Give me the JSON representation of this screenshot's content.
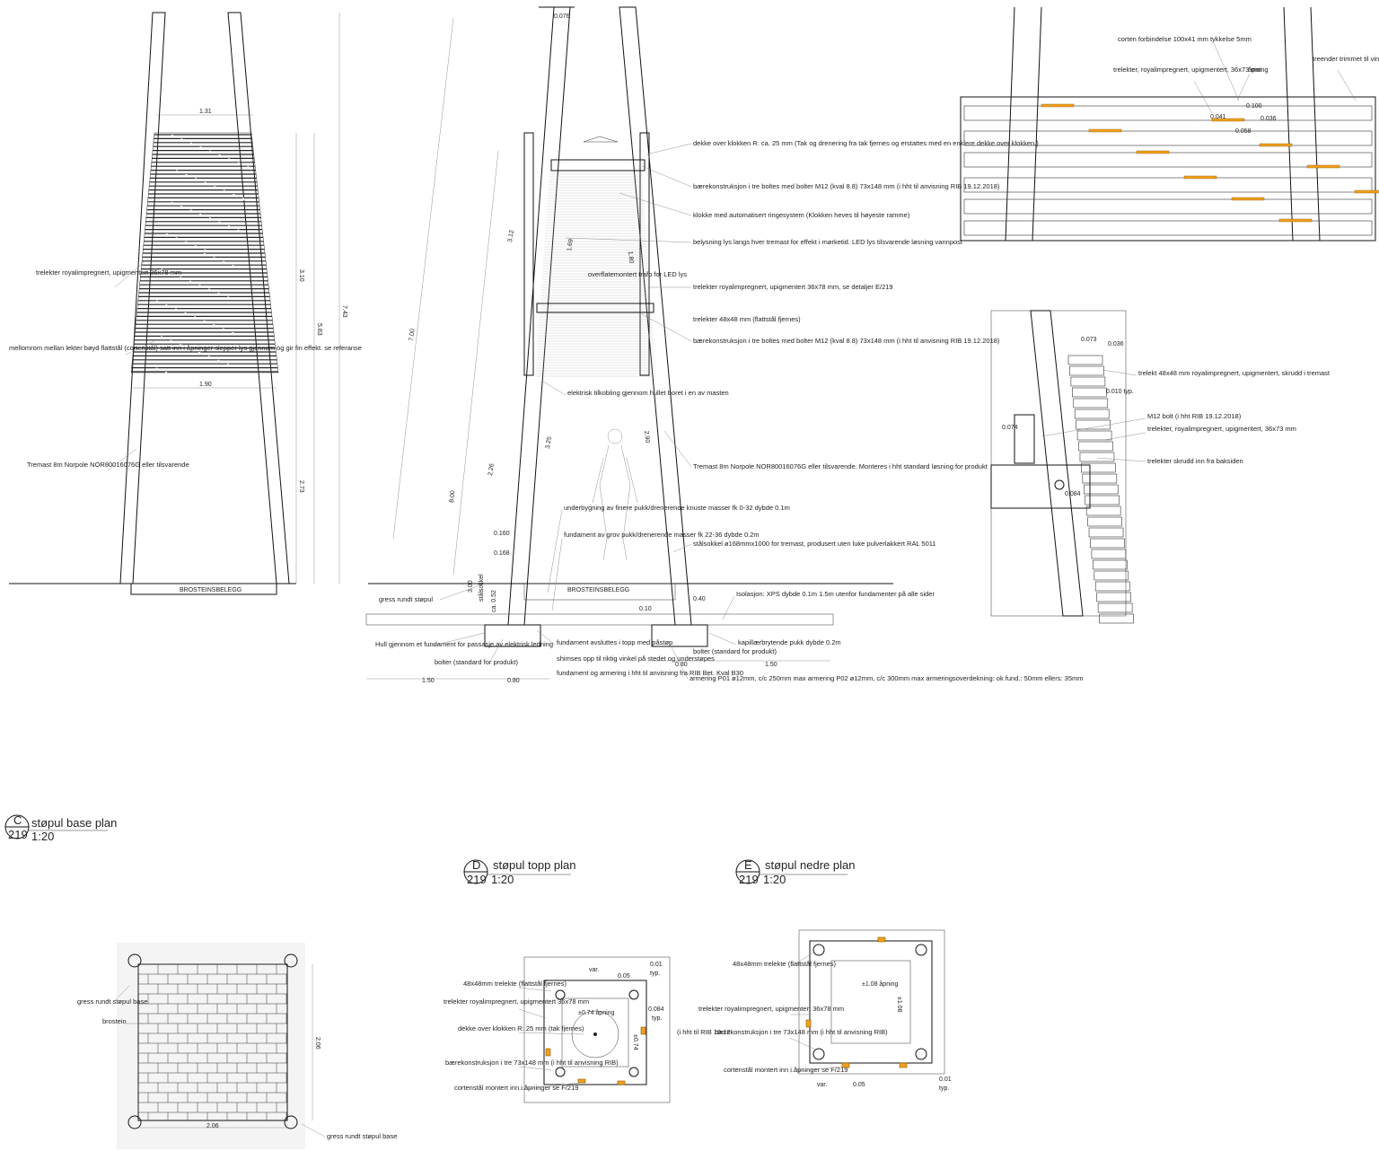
{
  "colors": {
    "line": "#111111",
    "accent": "#f0a020",
    "paper": "#ffffff"
  },
  "elevation_a": {
    "dims": [
      "1.31",
      "3.10",
      "5.83",
      "7.43",
      "1.90",
      "2.73"
    ],
    "notes": {
      "trelekter": "trelekter royalimpregnert, upigmentert 36x78 mm",
      "mellomrom": "mellomrom mellan lekter bøyd flattstål (cortenstål) satt inn i åpninger slepper lys gjennom og gir fin effekt. se referanse",
      "tremast": "Tremast 8m Norpole NOR80016076G eller tilsvarende"
    },
    "ground": "BROSTEINSBELEGG"
  },
  "section_b": {
    "dims": {
      "d0076": "0.076",
      "d312": "3.12",
      "d700": "7.00",
      "d800": "8.00",
      "d226": "2.26",
      "d325": "3.25",
      "d290": "2.90",
      "d160": "0.160",
      "d168": "0.168",
      "d300": "3.00",
      "d052": "ca. 0.52",
      "d040": "0.40",
      "d010": "0.10",
      "d150a": "1.50",
      "d080a": "0.80",
      "d080b": "0.80",
      "d150b": "1.50",
      "stal": "stålsokkel",
      "d180": "1.80",
      "d269": "1.69"
    },
    "notes": {
      "dekke": "dekke over klokken R: ca. 25 mm (Tak og drenering fra tak fjernes og erstattes med en enklere dekke over klokken.)",
      "baere1": "bærekonstruksjon i tre boltes med bolter M12 (kval 8.8) 73x148 mm (i hht til anvisning RIB 19.12.2018)",
      "klokke": "klokke med automatisert ringesystem (Klokken heves til høyeste ramme)",
      "belysning": "belysning lys langs hver tremast for effekt i mørketid. LED lys tilsvarende løsning vannpost",
      "overflate": "overflatemontert trafo for LED lys",
      "trelekter": "trelekter royalimpregnert, upigmentert 36x78 mm, se detaljer E/219",
      "trelekter48": "trelekter 48x48 mm (flattstål fjernes)",
      "baere2": "bærekonstruksjon i tre boltes med bolter M12 (kval 8.8) 73x148 mm (i hht til anvisning RIB 19.12.2018)",
      "elektrisk": "elektrisk tilkobling gjennom hullet boret i en av masten",
      "tremast": "Tremast 8m Norpole NOR80016076G eller tilsvarende. Monteres i hht standard løsning for produkt",
      "underbygning": "underbygning av finere pukk/drenerende knuste masser fk 0-32 dybde 0.1m",
      "fundament_grov": "fundament av grov pukk/drenerende masser fk 22-36 dybde 0.2m",
      "stalsokkel": "stålsokkel ø168mmx1000 for tremast, produsert uten luke pulverlakkert RAL 5011",
      "gress": "gress rundt støpul",
      "ground": "BROSTEINSBELEGG",
      "isolasjon": "Isolasjon: XPS dybde 0.1m 1.5m utenfor fundamenter på alle sider",
      "hull": "Hull gjennom et fundament for passasje av elektrisk ledning",
      "bolter1": "bolter (standard for produkt)",
      "fund_avslutt": "fundament avsluttes i topp med påstøp",
      "shimses": "shimses opp til riktig vinkel på stedet og understøpes",
      "fund_arm": "fundament og armering i hht til anvisning fra RIB Bet. Kval B30",
      "bolter2": "bolter (standard for produkt)",
      "kapillaer": "kapillærbrytende pukk dybde 0.2m",
      "armering": "armering P01 ø12mm, c/c 250mm max armering P02 ø12mm, c/c 300mm max armeringsoverdekning: ok fund.: 50mm ellers: 35mm"
    }
  },
  "detail_top": {
    "notes": {
      "corten": "corten forbindelse 100x41 mm tykkelse 5mm",
      "apning": "åpning",
      "trelekter": "trelekter, royalimpregnert, upigmentert, 36x73 mm",
      "treender": "treender trimmet til vinkel"
    },
    "dims": [
      "0.100",
      "0.041",
      "0.036",
      "0.058"
    ]
  },
  "detail_side": {
    "notes": {
      "trelekt48": "trelekt 48x48 mm royalimpregnert, upigmentert, skrudd i tremast",
      "m12": "M12 bolt (i hht RIB 19.12.2018)",
      "trelekter": "trelekter, royalimpregnert, upigmentert, 36x73 mm",
      "skrudd": "trelekter skrudd inn fra baksiden"
    },
    "dims": [
      "0.073",
      "0.036",
      "0.010 typ.",
      "0.074",
      "0.084"
    ]
  },
  "plan_c": {
    "label": "C",
    "sheet": "219",
    "title": "støpul base plan",
    "scale": "1:20",
    "notes": {
      "gress1": "gress rundt støpul base",
      "brostein": "brostein",
      "gress2": "gress rundt støpul base"
    },
    "dims": [
      "2.06",
      "2.06"
    ]
  },
  "plan_d": {
    "label": "D",
    "sheet": "219",
    "title": "støpul topp plan",
    "scale": "1:20",
    "notes": {
      "trelekte48": "48x48mm trelekte (flattstål fjernes)",
      "trelekter": "trelekter royalimpregnert, upigmentert 36x78 mm",
      "dekke": "dekke over klokken R: 25 mm (tak fjernes)",
      "baere": "bærekonstruksjon i tre 73x148 mm (i hht til anvisning RIB)",
      "corten": "cortenstål montert inn i åpninger se F/219",
      "rib": "(i hht til RIB 19.12"
    },
    "dims": {
      "var": "var.",
      "d005": "0.05",
      "d001": "0.01",
      "typ": "typ.",
      "d084": "0.084",
      "typ2": "typ.",
      "apn": "±0.74 åpning",
      "d074": "±0.74"
    }
  },
  "plan_e": {
    "label": "E",
    "sheet": "219",
    "title": "støpul nedre plan",
    "scale": "1:20",
    "notes": {
      "trelekte48": "48x48mm trelekte (flattstål fjernes)",
      "trelekter": "trelekter royalimpregnert, upigmentert 36x78 mm",
      "baere": "bærekonstruksjon i tre 73x148 mm (i hht til anvisning RIB)",
      "corten": "cortenstål montert inn i åpninger se F/219"
    },
    "dims": {
      "apn": "±1.08 åpning",
      "d108": "±1.08",
      "var": "var.",
      "d005": "0.05",
      "d001": "0.01",
      "typ": "typ."
    }
  }
}
